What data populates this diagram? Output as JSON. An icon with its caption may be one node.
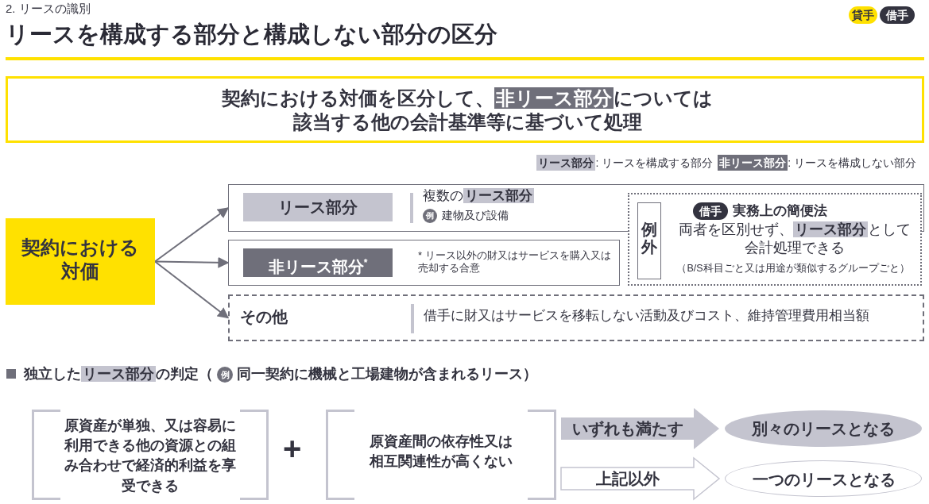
{
  "diagram": {
    "title": "リースを構成する部分と構成しない部分の区分",
    "nodes": [
      {
        "text": [
          "契約における対価を区分して、**非リース部分**については該当する他の会計基準等に基づいて処理"
        ]
      },
      {
        "text": [
          "契約における対価"
        ]
      },
      {
        "text": [
          "リース部分",
          "複数の**リース部分**",
          "例",
          "建物及び設備"
        ]
      },
      {
        "text": [
          "非リース部分$^{*}$",
          "* リース以外の財又はサービスを購入又は売却する合意"
        ]
      },
      {
        "text": [
          "借手",
          "実務上の簡便法",
          "両者を区別せず、**リース部分**として会計処理できる",
          "（B/S科目ごと又は用途が類似するグループごと）"
        ]
      },
      {
        "text": [
          "例外"
        ],
        "in": 4
      },
      {
        "text": [
          "その他",
          "借手に財又はサービスを移転しない活動及びコスト、維持管理費用相当額"
        ]
      },
      {
        "text": [
          "原資産が単独、又は容易に利用できる他の資源との組み合わせで経済的利益を享受できる"
        ]
      },
      {
        "text": [
          "原資産間の依存性又は相互関連性が高くない"
        ]
      },
      {
        "text": [
          "別々のリースとなる"
        ]
      },
      {
        "text": [
          "一つのリースとなる"
        ]
      }
    ],
    "edges": [
      {
        "from": 1,
        "to": 2,
        "arrow": "to"
      },
      {
        "from": 1,
        "to": 3,
        "arrow": "to"
      },
      {
        "from": 1,
        "to": 6,
        "arrow": "to"
      },
      {
        "from": 8,
        "to": 9,
        "arrow": "to",
        "label": "いずれも満たす",
        "style": "thick",
        "color": "#c4c4cf"
      },
      {
        "from": 8,
        "to": 10,
        "arrow": "to",
        "label": "上記以外",
        "style": "thick"
      }
    ],
    "labels": [
      "2. リースの識別",
      "貸手",
      "借手",
      "独立した**リース部分**の判定（",
      "例",
      "同一契約に機械と工場建物が含まれるリース）",
      "+"
    ],
    "legend": [
      {
        "text": "**リース部分**: リースを構成する部分",
        "color": "#c4c4cf"
      },
      {
        "text": "**非リース部分**: リースを構成しない部分",
        "color": "#6f6f7a"
      }
    ]
  }
}
